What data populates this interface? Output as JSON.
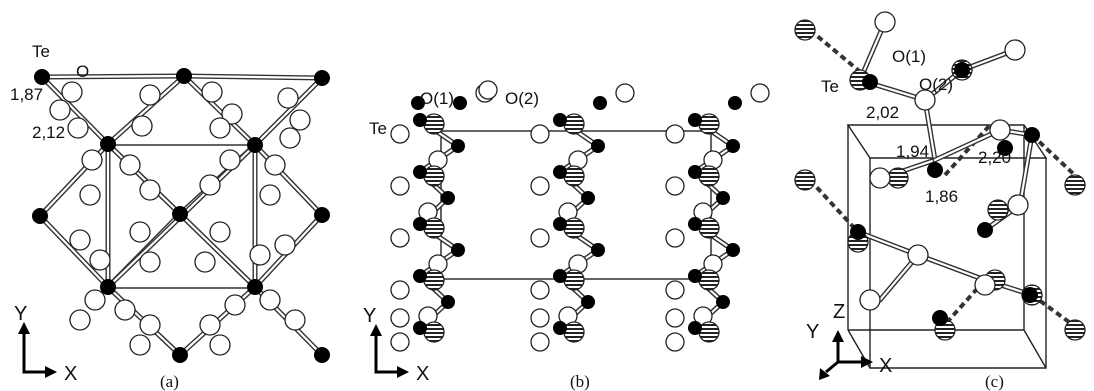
{
  "panels": [
    {
      "caption": "(a)",
      "labels": {
        "te": "Te",
        "o": "O",
        "bond1": "1,87",
        "bond2": "2,12"
      },
      "axes": {
        "vertical": "Y",
        "horizontal": "X"
      }
    },
    {
      "caption": "(b)",
      "labels": {
        "te": "Te",
        "o1": "O(1)",
        "o2": "O(2)"
      },
      "axes": {
        "vertical": "Y",
        "horizontal": "X"
      }
    },
    {
      "caption": "(c)",
      "labels": {
        "te": "Te",
        "o1": "O(1)",
        "o2": "O(2)",
        "bond1": "2,02",
        "bond2": "1,94",
        "bond3": "2,20",
        "bond4": "1,86"
      },
      "axes": {
        "diagonal": "Y",
        "vertical": "Z",
        "horizontal": "X"
      }
    }
  ],
  "legend_colors": {
    "te": "#000000",
    "oxygen": "#ffffff",
    "oxygen_hatched": "#555555"
  }
}
